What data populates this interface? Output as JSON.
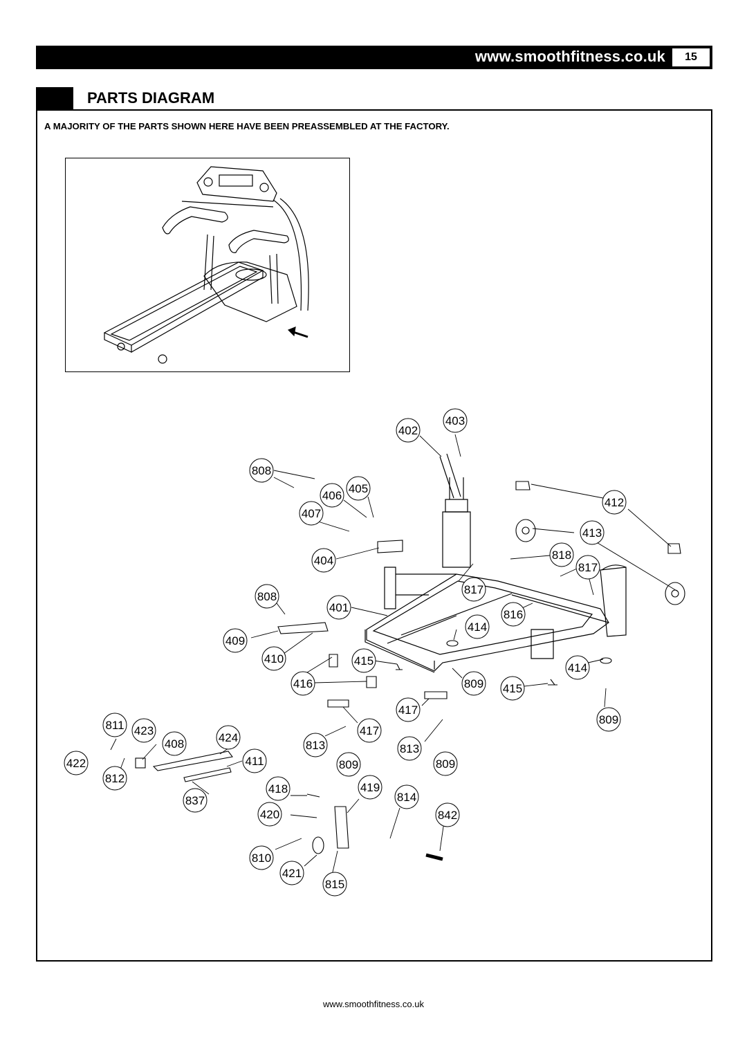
{
  "header": {
    "url": "www.smoothfitness.co.uk",
    "page_number": "15"
  },
  "title": "PARTS DIAGRAM",
  "note": "A MAJORITY OF THE PARTS SHOWN HERE HAVE BEEN PREASSEMBLED AT THE FACTORY.",
  "part_labels": [
    "402",
    "403",
    "808",
    "406",
    "405",
    "412",
    "407",
    "413",
    "404",
    "818",
    "817",
    "817",
    "808",
    "401",
    "816",
    "414",
    "409",
    "410",
    "415",
    "414",
    "416",
    "809",
    "415",
    "417",
    "809",
    "811",
    "423",
    "408",
    "424",
    "417",
    "813",
    "813",
    "422",
    "411",
    "809",
    "809",
    "812",
    "418",
    "419",
    "814",
    "837",
    "420",
    "842",
    "810",
    "421",
    "815"
  ],
  "footer": {
    "url": "www.smoothfitness.co.uk"
  }
}
